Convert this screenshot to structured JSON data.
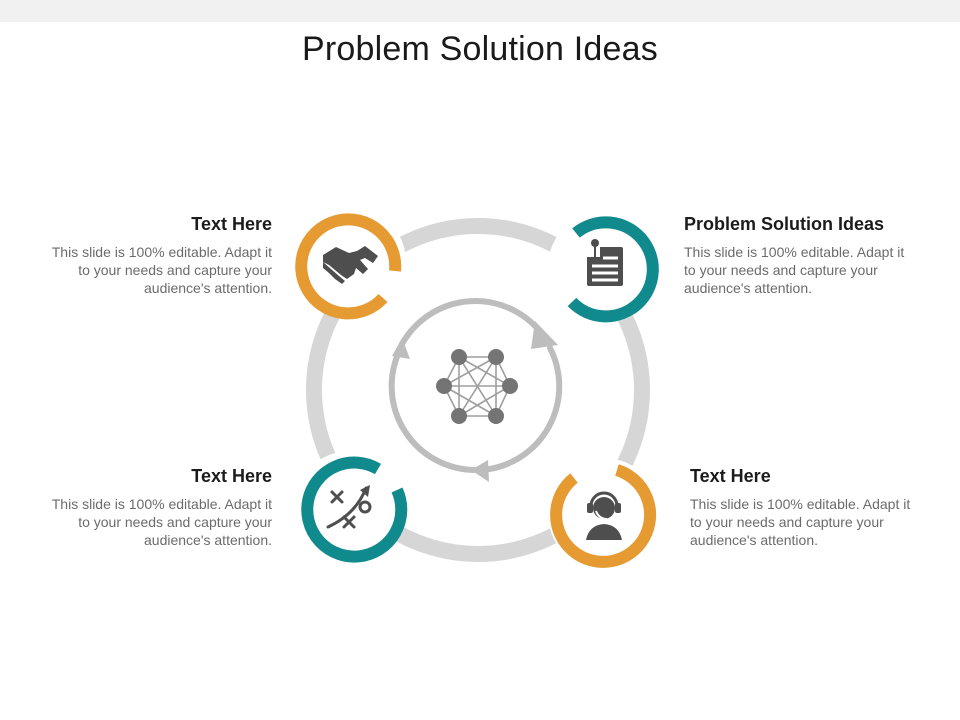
{
  "slide": {
    "title": "Problem Solution Ideas"
  },
  "blocks": {
    "top_left": {
      "heading": "Text Here",
      "body": "This slide is 100% editable. Adapt it to your needs and capture your audience's attention."
    },
    "top_right": {
      "heading": "Problem Solution Ideas",
      "body": "This slide is 100% editable. Adapt it to your needs and capture your audience's attention."
    },
    "bottom_left": {
      "heading": "Text Here",
      "body": "This slide is 100% editable. Adapt it to your needs and capture your audience's attention."
    },
    "bottom_right": {
      "heading": "Text Here",
      "body": "This slide is 100% editable. Adapt it to your needs and capture your audience's attention."
    }
  },
  "icons": {
    "top_left": "handshake-icon",
    "top_right": "document-icon",
    "bottom_left": "strategy-icon",
    "bottom_right": "customer-support-icon",
    "center": "network-icon"
  },
  "colors": {
    "orange": "#E59A32",
    "teal": "#118A8E",
    "ring_gray": "#D6D6D6",
    "inner_gray": "#BDBDBD",
    "icon_gray": "#4E4E4E",
    "node_gray": "#747474"
  }
}
